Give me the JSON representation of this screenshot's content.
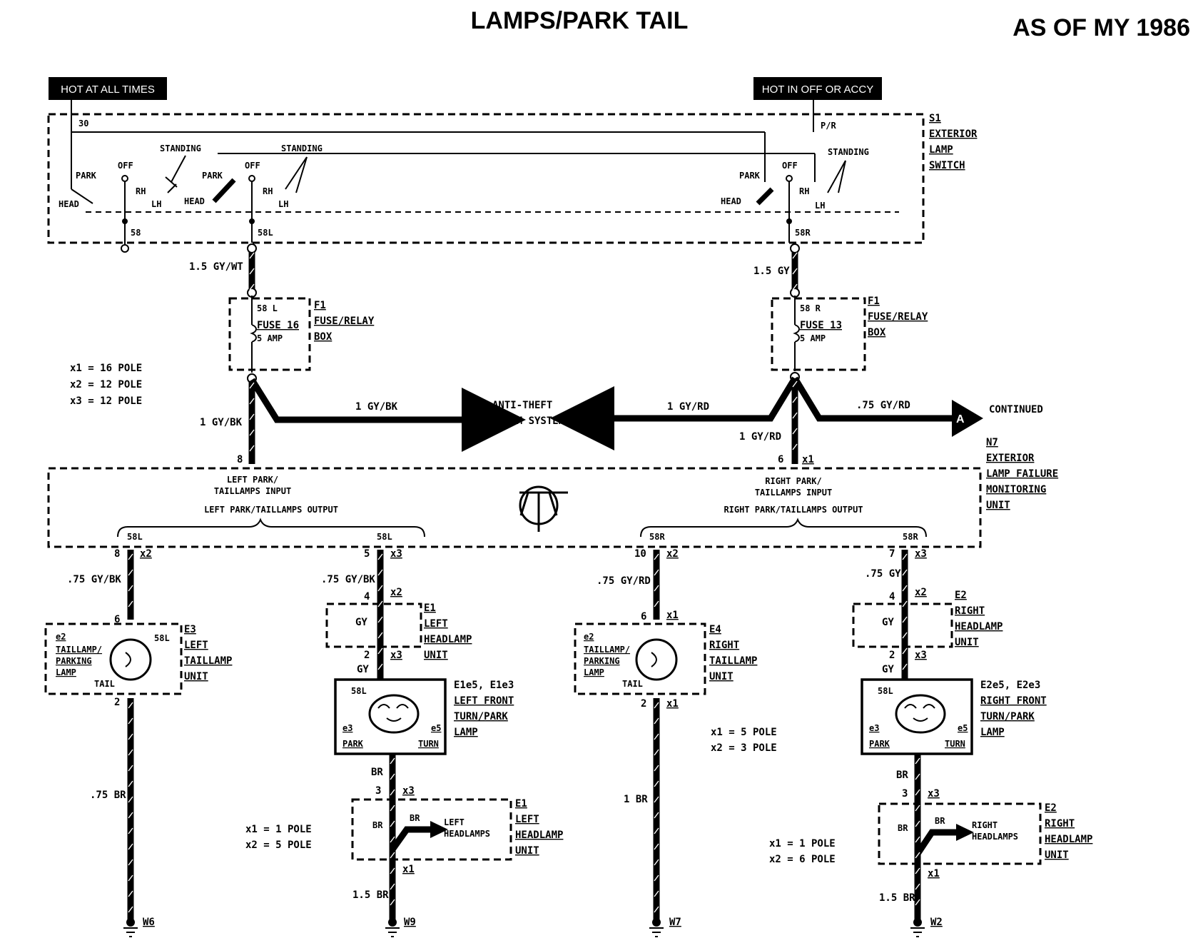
{
  "header": {
    "title": "LAMPS/PARK TAIL",
    "model_year": "AS OF MY 1986"
  },
  "power": {
    "hot_always": "HOT AT ALL TIMES",
    "hot_off_accy": "HOT IN OFF OR ACCY"
  },
  "switch": {
    "id": "S1",
    "name": [
      "EXTERIOR",
      "LAMP",
      "SWITCH"
    ],
    "terminals": {
      "t30": "30",
      "tp": "P/R",
      "t58": "58",
      "t58l": "58L",
      "t58r": "58R"
    },
    "labels": {
      "park": "PARK",
      "off": "OFF",
      "head": "HEAD",
      "standing": "STANDING",
      "rh": "RH",
      "lh": "LH"
    }
  },
  "fuses": {
    "left": {
      "id": "F1",
      "name": [
        "FUSE/RELAY",
        "BOX"
      ],
      "terminal": "58 L",
      "fuse": "FUSE 16",
      "rating": "5 AMP",
      "wire_in": "1.5 GY/WT"
    },
    "right": {
      "id": "F1",
      "name": [
        "FUSE/RELAY",
        "BOX"
      ],
      "terminal": "58 R",
      "fuse": "FUSE 13",
      "rating": "5 AMP",
      "wire_in": "1.5 GY"
    }
  },
  "connectors_note": [
    "x1 = 16 POLE",
    "x2 = 12 POLE",
    "x3 = 12 POLE"
  ],
  "mid_wiring": {
    "left_down": "1 GY/BK",
    "left_branch": "1 GY/BK",
    "anti_theft": [
      "ANTI-THEFT",
      "ALARM SYSTEM"
    ],
    "right_branch_left": "1 GY/RD",
    "right_branch_right": ".75 GY/RD",
    "right_down": "1 GY/RD",
    "continued_marker": "A",
    "continued": "CONTINUED",
    "left_pin": "8",
    "right_pin": "6",
    "right_conn": "x1"
  },
  "monitor": {
    "id": "N7",
    "name": [
      "EXTERIOR",
      "LAMP FAILURE",
      "MONITORING",
      "UNIT"
    ],
    "left_input": [
      "LEFT PARK/",
      "TAILLAMPS INPUT"
    ],
    "right_input": [
      "RIGHT PARK/",
      "TAILLAMPS INPUT"
    ],
    "left_output": "LEFT PARK/TAILLAMPS OUTPUT",
    "right_output": "RIGHT PARK/TAILLAMPS OUTPUT",
    "out_labels": [
      "58L",
      "58L",
      "58R",
      "58R"
    ]
  },
  "branches": {
    "b1": {
      "pin": "8",
      "conn": "x2",
      "wire": ".75 GY/BK",
      "pin_in": "6",
      "unit_id": "E3",
      "unit_name": [
        "LEFT",
        "TAILLAMP",
        "UNIT"
      ],
      "inner": [
        "TAILLAMP/",
        "PARKING",
        "LAMP"
      ],
      "e_label": "e2",
      "t58": "58L",
      "tail": "TAIL",
      "pin_out": "2",
      "wire_out": ".75 BR",
      "ground": "W6"
    },
    "b2": {
      "pin": "5",
      "conn": "x3",
      "wire": ".75 GY/BK",
      "pin_x2": "4",
      "x2": "x2",
      "unit_id": "E1",
      "unit_name": [
        "LEFT",
        "HEADLAMP",
        "UNIT"
      ],
      "gy": "GY",
      "pin_x3": "2",
      "x3": "x3",
      "wire_gy": "GY",
      "lamp_id": "E1e5, E1e3",
      "lamp_name": [
        "LEFT FRONT",
        "TURN/PARK",
        "LAMP"
      ],
      "t58": "58L",
      "e3": "e3",
      "park": "PARK",
      "e5": "e5",
      "turn": "TURN",
      "wire_br": "BR",
      "pin3": "3",
      "conn3": "x3",
      "unit2_id": "E1",
      "unit2_name": [
        "LEFT",
        "HEADLAMP",
        "UNIT"
      ],
      "br1": "BR",
      "br2": "BR",
      "to": [
        "LEFT",
        "HEADLAMPS"
      ],
      "x1": "x1",
      "wire_out": "1.5 BR",
      "ground": "W9"
    },
    "b3": {
      "pin": "10",
      "conn": "x2",
      "wire": ".75 GY/RD",
      "pin_in": "6",
      "x1": "x1",
      "unit_id": "E4",
      "unit_name": [
        "RIGHT",
        "TAILLAMP",
        "UNIT"
      ],
      "inner": [
        "TAILLAMP/",
        "PARKING",
        "LAMP"
      ],
      "e_label": "e2",
      "tail": "TAIL",
      "pin_out": "2",
      "x1b": "x1",
      "wire_out": "1 BR",
      "ground": "W7"
    },
    "b4": {
      "pin": "7",
      "conn": "x3",
      "wire": ".75 GY",
      "pin_x2": "4",
      "x2": "x2",
      "unit_id": "E2",
      "unit_name": [
        "RIGHT",
        "HEADLAMP",
        "UNIT"
      ],
      "gy": "GY",
      "pin_x3": "2",
      "x3": "x3",
      "wire_gy": "GY",
      "lamp_id": "E2e5, E2e3",
      "lamp_name": [
        "RIGHT FRONT",
        "TURN/PARK",
        "LAMP"
      ],
      "t58": "58L",
      "e3": "e3",
      "park": "PARK",
      "e5": "e5",
      "turn": "TURN",
      "wire_br": "BR",
      "pin3": "3",
      "conn3": "x3",
      "unit2_id": "E2",
      "unit2_name": [
        "RIGHT",
        "HEADLAMP",
        "UNIT"
      ],
      "br1": "BR",
      "br2": "BR",
      "to": [
        "RIGHT",
        "HEADLAMPS"
      ],
      "x1": "x1",
      "wire_out": "1.5 BR",
      "ground": "W2"
    }
  },
  "pole_notes": {
    "left": [
      "x1 = 1 POLE",
      "x2 = 5 POLE"
    ],
    "middle": [
      "x1 = 5 POLE",
      "x2 = 3 POLE"
    ],
    "right": [
      "x1 = 1 POLE",
      "x2 = 6 POLE"
    ]
  }
}
